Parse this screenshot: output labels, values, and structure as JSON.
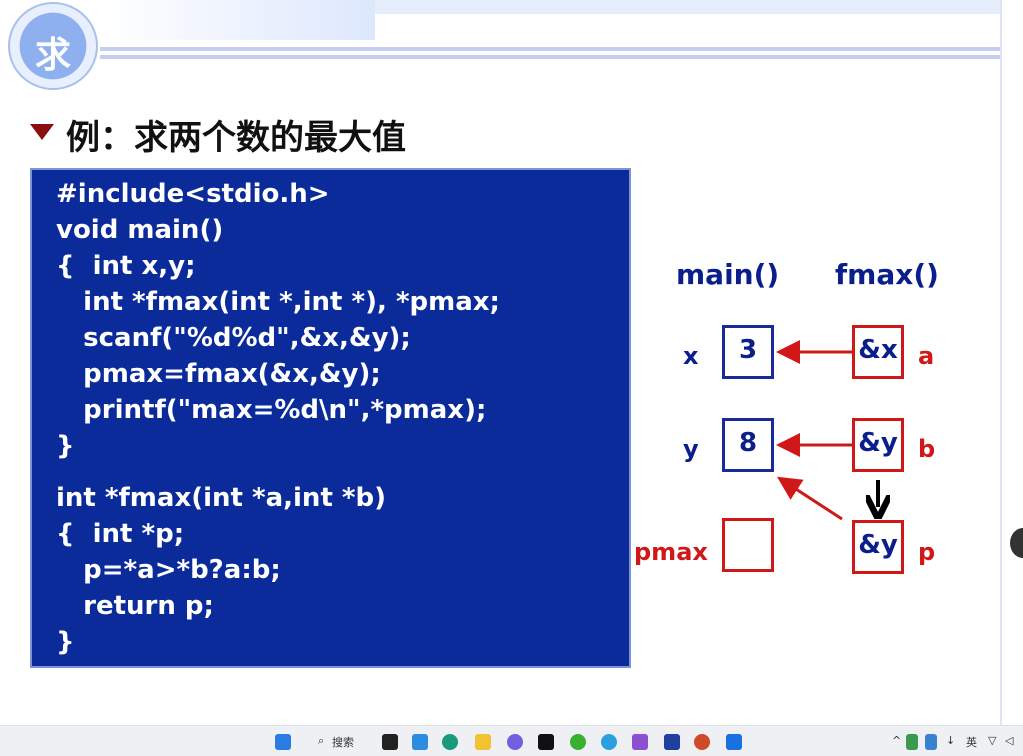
{
  "slide": {
    "logo_text": "求",
    "title": "例：求两个数的最大值",
    "code": [
      "#include<stdio.h>",
      "void main()",
      "{  int x,y;",
      "   int *fmax(int *,int *), *pmax;",
      "   scanf(\"%d%d\",&x,&y);",
      "   pmax=fmax(&x,&y);",
      "   printf(\"max=%d\\n\",*pmax);",
      "}",
      "int *fmax(int *a,int *b)",
      "{  int *p;",
      "   p=*a>*b?a:b;",
      "   return p;",
      "}"
    ],
    "diagram": {
      "main_header": "main()",
      "fmax_header": "fmax()",
      "x_label": "x",
      "x_value": "3",
      "a_value": "&x",
      "a_label": "a",
      "y_label": "y",
      "y_value": "8",
      "b_value": "&y",
      "b_label": "b",
      "pmax_label": "pmax",
      "pmax_value": "",
      "p_value": "&y",
      "p_label": "p"
    }
  },
  "taskbar": {
    "search_placeholder": "搜索",
    "tray_caret": "^",
    "ime": "英"
  },
  "colors": {
    "code_bg": "#0a2b99",
    "red": "#d01818",
    "blue": "#0a1e8c"
  }
}
